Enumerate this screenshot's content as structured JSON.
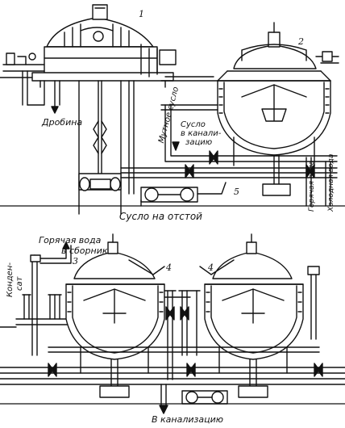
{
  "labels": {
    "drobina": "Дробина",
    "mutnoe_suslo": "Мутное сусло",
    "suslo_v_kanalizaciyu_1": "Сусло",
    "suslo_v_kanalizaciyu_2": "в канали-",
    "suslo_v_kanalizaciyu_3": "зацию",
    "suslo_na_otstoy": "Сусло на отстой",
    "goryachaya_voda": "Горячая вода",
    "goryachaya_voda_2": "в сборник",
    "kondensat_1": "Конден-",
    "kondensat_2": "сат",
    "v_kanalizaciyu": "В канализацию",
    "gorya_voda": "Горячая вода",
    "holodnaya_voda": "Холодная вода"
  },
  "callouts": {
    "n1": "1",
    "n2": "2",
    "n3": "3",
    "n4a": "4",
    "n4b": "4",
    "n5": "5"
  },
  "colors": {
    "ink": "#111111",
    "paper": "#ffffff"
  }
}
